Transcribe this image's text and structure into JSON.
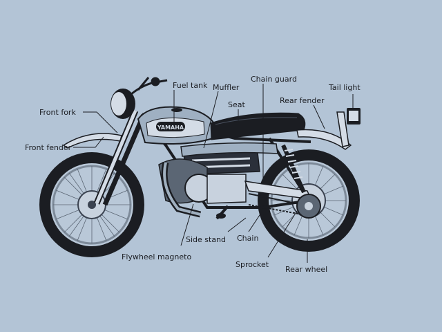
{
  "diagram": {
    "labels": {
      "front_fork": "Front fork",
      "front_fender": "Front fender",
      "fuel_tank": "Fuel tank",
      "muffler": "Muffler",
      "chain_guard": "Chain guard",
      "seat": "Seat",
      "tail_light": "Tail light",
      "rear_fender": "Rear fender",
      "side_stand": "Side stand",
      "chain": "Chain",
      "flywheel_magneto": "Flywheel magneto",
      "sprocket": "Sprocket",
      "rear_wheel": "Rear wheel"
    },
    "tank_badge": "YAMAHA"
  },
  "colors": {
    "background": "#b3c4d6",
    "ink": "#1b1d22",
    "chrome": "#d4dce6",
    "tank": "#9fb0c2"
  }
}
